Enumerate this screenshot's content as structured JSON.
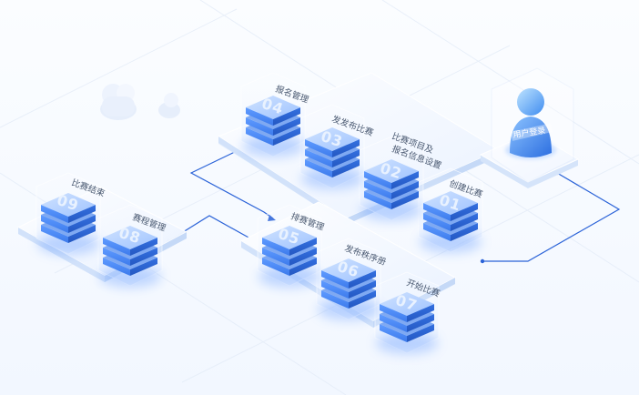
{
  "steps": {
    "s01": {
      "num": "01",
      "label": "创建比赛"
    },
    "s02": {
      "num": "02",
      "label1": "比赛项目及",
      "label2": "报名信息设置"
    },
    "s03": {
      "num": "03",
      "label": "发发布比赛"
    },
    "s04": {
      "num": "04",
      "label": "报名管理"
    },
    "s05": {
      "num": "05",
      "label": "排赛管理"
    },
    "s06": {
      "num": "06",
      "label": "发布秩序册"
    },
    "s07": {
      "num": "07",
      "label": "开始比赛"
    },
    "s08": {
      "num": "08",
      "label": "赛程管理"
    },
    "s09": {
      "num": "09",
      "label": "比赛结束"
    }
  },
  "user": {
    "label": "用户登录"
  },
  "colors": {
    "accent": "#2f6fe6",
    "accent_light": "#6fa8ff",
    "platform": "#e9f1ff",
    "line": "#2b63d8"
  }
}
